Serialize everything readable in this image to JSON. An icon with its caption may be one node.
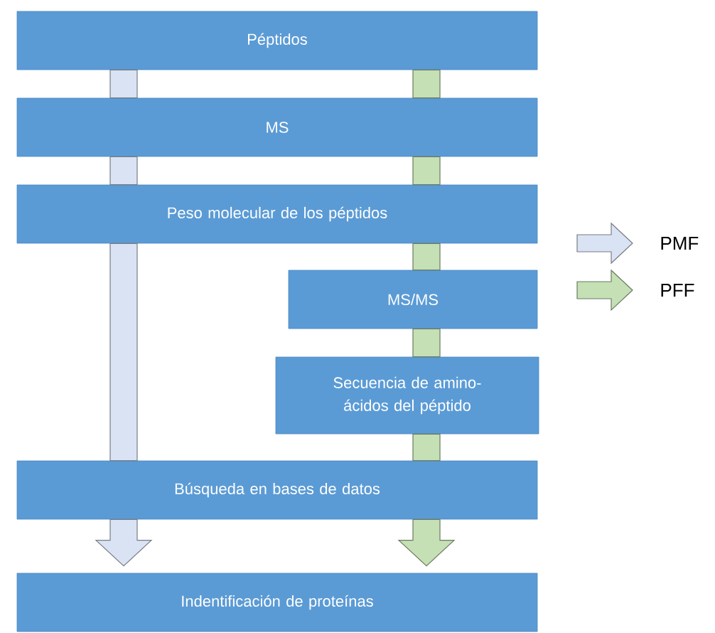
{
  "diagram": {
    "nodes": [
      {
        "text": [
          "Péptidos"
        ]
      },
      {
        "text": [
          "MS"
        ]
      },
      {
        "text": [
          "Peso molecular de los péptidos"
        ]
      },
      {
        "text": [
          "MS/MS"
        ]
      },
      {
        "text": [
          "Secuencia de amino-ácidos del péptido"
        ]
      },
      {
        "text": [
          "Búsqueda en bases de datos"
        ]
      },
      {
        "text": [
          "Indentificación de proteínas"
        ]
      }
    ],
    "edges": [
      {
        "from": 0,
        "to": 1,
        "arrow": "none",
        "color": "#dae3f3"
      },
      {
        "from": 1,
        "to": 2,
        "arrow": "none",
        "color": "#dae3f3"
      },
      {
        "from": 2,
        "to": 5,
        "arrow": "none",
        "color": "#dae3f3"
      },
      {
        "from": 5,
        "to": 6,
        "arrow": "to",
        "color": "#dae3f3"
      },
      {
        "from": 0,
        "to": 1,
        "arrow": "none"
      },
      {
        "from": 1,
        "to": 2,
        "arrow": "none"
      },
      {
        "from": 2,
        "to": 3,
        "arrow": "none"
      },
      {
        "from": 3,
        "to": 4,
        "arrow": "none"
      },
      {
        "from": 4,
        "to": 5,
        "arrow": "none"
      },
      {
        "from": 5,
        "to": 6,
        "arrow": "to"
      }
    ],
    "legend": [
      {
        "text": "PMF"
      },
      {
        "text": "PFF"
      }
    ]
  }
}
